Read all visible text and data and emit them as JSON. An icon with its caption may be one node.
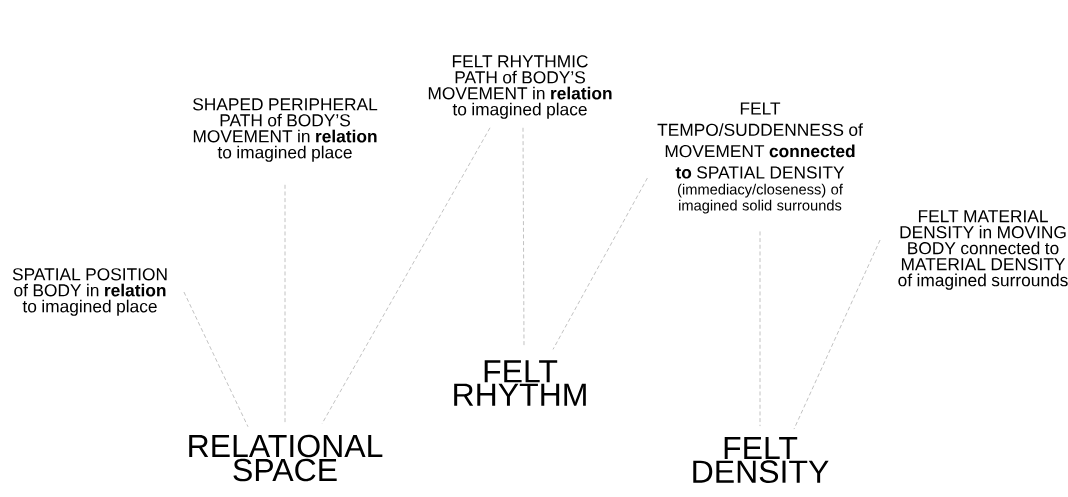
{
  "diagram": {
    "nodes": [
      {
        "text": [
          "SPATIAL POSITION of BODY in **relation** to imagined place"
        ]
      },
      {
        "text": [
          "SHAPED PERIPHERAL PATH of BODY’S MOVEMENT in **relation** to imagined place"
        ]
      },
      {
        "text": [
          "FELT RHYTHMIC PATH of BODY’S MOVEMENT in **relation** to imagined place"
        ]
      },
      {
        "text": [
          "FELT TEMPO/SUDDENNESS of MOVEMENT **connected to** SPATIAL DENSITY",
          "(immediacy/closeness) of imagined solid surrounds"
        ]
      },
      {
        "text": [
          "FELT MATERIAL DENSITY in MOVING BODY connected to MATERIAL DENSITY of imagined surrounds"
        ]
      },
      {
        "text": [
          "RELATIONAL SPACE"
        ]
      },
      {
        "text": [
          "FELT RHYTHM"
        ]
      },
      {
        "text": [
          "FELT DENSITY"
        ]
      }
    ],
    "edges": [
      {
        "from": 0,
        "to": 5,
        "arrow": "none",
        "style": "dashed"
      },
      {
        "from": 1,
        "to": 5,
        "arrow": "none",
        "style": "dashed"
      },
      {
        "from": 2,
        "to": 5,
        "arrow": "none",
        "style": "dashed"
      },
      {
        "from": 2,
        "to": 6,
        "arrow": "none",
        "style": "dashed"
      },
      {
        "from": 3,
        "to": 6,
        "arrow": "none",
        "style": "dashed"
      },
      {
        "from": 3,
        "to": 7,
        "arrow": "none",
        "style": "dashed"
      },
      {
        "from": 4,
        "to": 7,
        "arrow": "none",
        "style": "dashed"
      }
    ]
  }
}
